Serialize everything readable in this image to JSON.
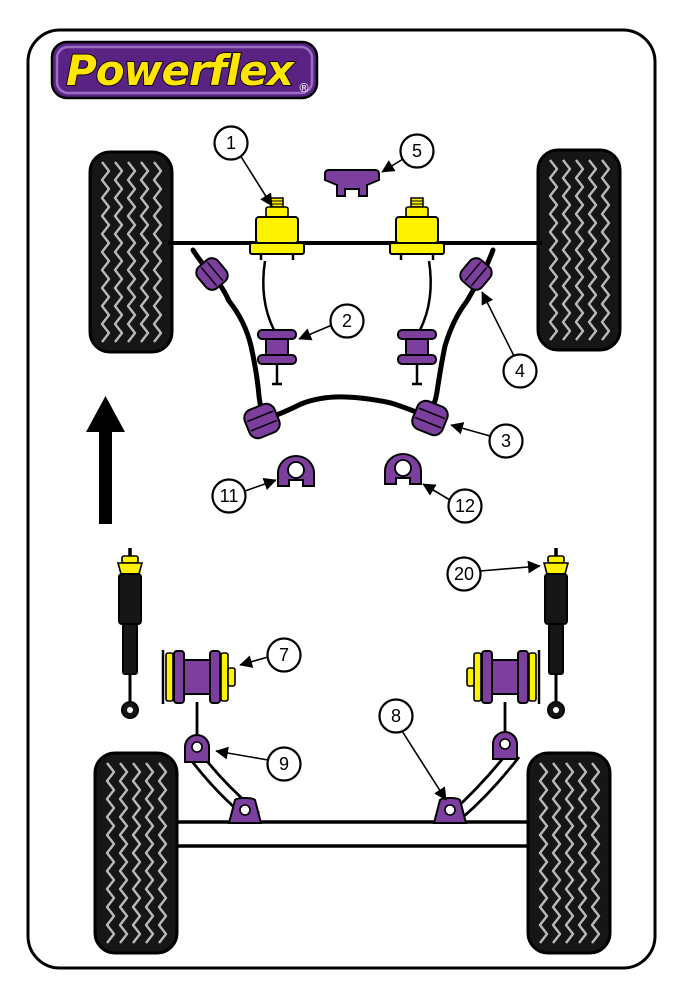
{
  "logo": {
    "text": "Powerflex",
    "registered": "®"
  },
  "colors": {
    "bush_purple": "#7C3F9E",
    "logo_purple": "#5A2383",
    "logo_inner_border": "#9B6EC4",
    "part_yellow": "#FFF200",
    "logo_text_yellow": "#FFE500",
    "outline_black": "#000000"
  },
  "callouts": [
    {
      "id": "1",
      "label": "1"
    },
    {
      "id": "5",
      "label": "5"
    },
    {
      "id": "2",
      "label": "2"
    },
    {
      "id": "4",
      "label": "4"
    },
    {
      "id": "3",
      "label": "3"
    },
    {
      "id": "11",
      "label": "11"
    },
    {
      "id": "12",
      "label": "12"
    },
    {
      "id": "20",
      "label": "20"
    },
    {
      "id": "7",
      "label": "7"
    },
    {
      "id": "9",
      "label": "9"
    },
    {
      "id": "8",
      "label": "8"
    }
  ]
}
